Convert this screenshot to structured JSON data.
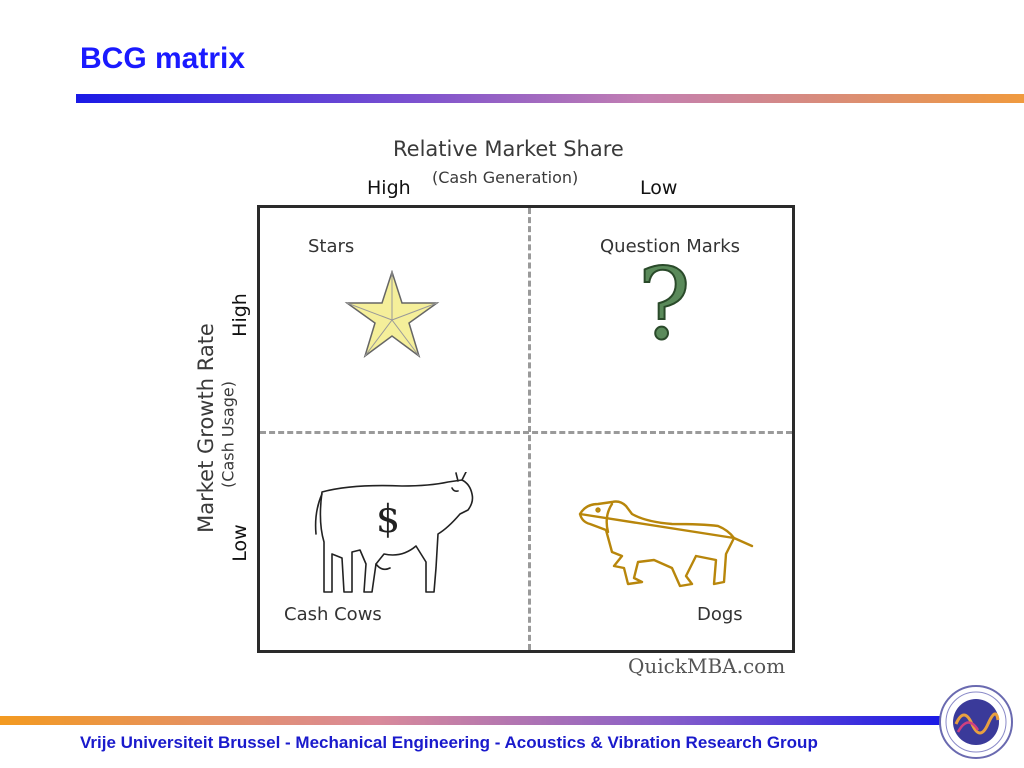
{
  "slide": {
    "title": "BCG matrix",
    "footer": "Vrije Universiteit Brussel - Mechanical Engineering - Acoustics & Vibration Research Group"
  },
  "diagram": {
    "x_axis": {
      "title": "Relative Market Share",
      "subtitle": "(Cash Generation)",
      "high_label": "High",
      "low_label": "Low"
    },
    "y_axis": {
      "title": "Market Growth Rate",
      "subtitle": "(Cash Usage)",
      "high_label": "High",
      "low_label": "Low"
    },
    "quadrants": {
      "top_left": {
        "label": "Stars",
        "icon": "star-icon"
      },
      "top_right": {
        "label": "Question Marks",
        "icon": "question-mark-icon"
      },
      "bottom_left": {
        "label": "Cash Cows",
        "icon": "cow-icon"
      },
      "bottom_right": {
        "label": "Dogs",
        "icon": "dog-icon"
      }
    },
    "cow_symbol": "$",
    "question_symbol": "?",
    "watermark": "QuickMBA.com"
  },
  "colors": {
    "title": "#1a1aff",
    "footer": "#1a1acc",
    "star_fill": "#f5ef9a",
    "question_mark": "#5a8a5a",
    "dog": "#b8860b"
  }
}
